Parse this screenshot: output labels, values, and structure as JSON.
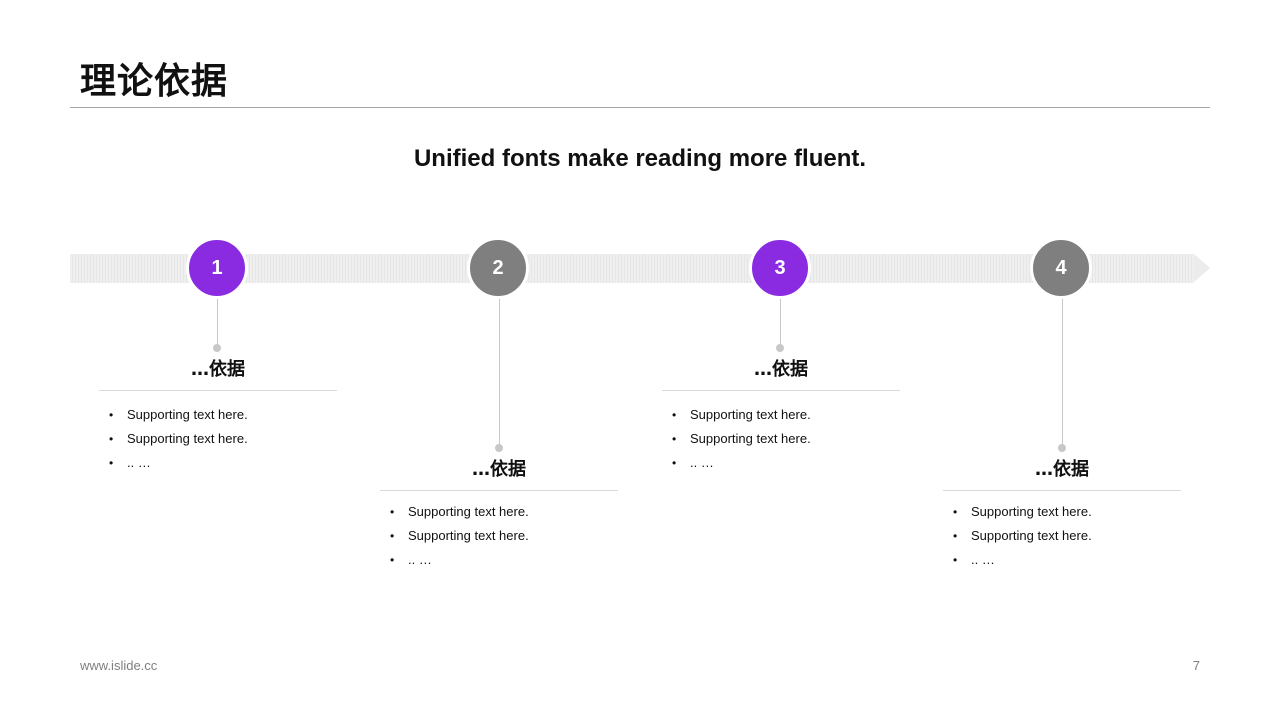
{
  "slide": {
    "title": "理论依据",
    "subtitle": "Unified fonts make reading more fluent."
  },
  "colors": {
    "accent": "#8a2be2",
    "neutral": "#7f7f7f",
    "connector": "#c8c8c8"
  },
  "timeline": [
    {
      "number": "1",
      "color": "#8a2be2",
      "title": "…依据",
      "bullets": [
        "Supporting  text here.",
        "Supporting  text here.",
        ".. …"
      ]
    },
    {
      "number": "2",
      "color": "#7f7f7f",
      "title": "…依据",
      "bullets": [
        "Supporting  text here.",
        "Supporting  text here.",
        ".. …"
      ]
    },
    {
      "number": "3",
      "color": "#8a2be2",
      "title": "…依据",
      "bullets": [
        "Supporting  text here.",
        "Supporting  text here.",
        ".. …"
      ]
    },
    {
      "number": "4",
      "color": "#7f7f7f",
      "title": "…依据",
      "bullets": [
        "Supporting  text here.",
        "Supporting  text here.",
        ".. …"
      ]
    }
  ],
  "footer": {
    "url": "www.islide.cc",
    "page_number": "7"
  }
}
